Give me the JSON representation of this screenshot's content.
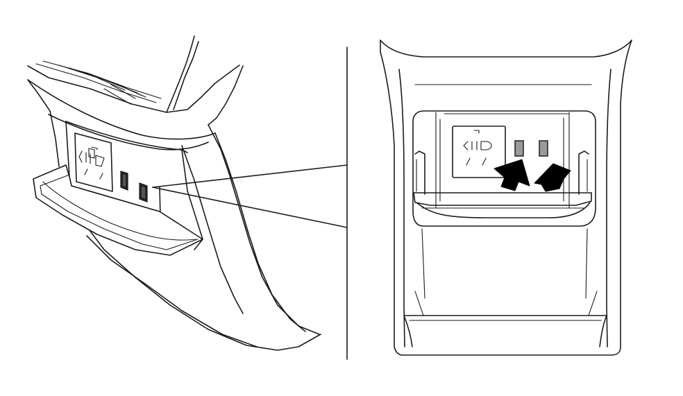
{
  "figure": {
    "panels": [
      {
        "id": "left",
        "view": "angled-close-up"
      },
      {
        "id": "right",
        "view": "front"
      }
    ],
    "components": {
      "socket": "ac-power-outlet",
      "usb_ports": 2,
      "arrows": 2
    },
    "colors": {
      "line": "#1a1a1a",
      "background": "#ffffff",
      "usb_port_fill": "#9a9a9a",
      "arrow_fill": "#000000"
    }
  }
}
